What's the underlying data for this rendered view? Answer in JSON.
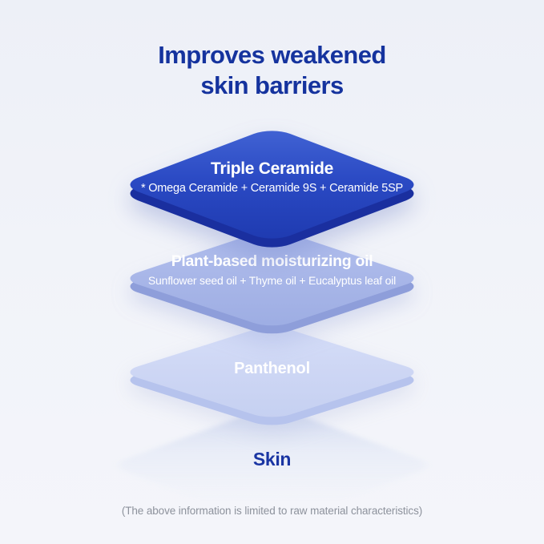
{
  "title": {
    "line1": "Improves weakened",
    "line2": "skin barriers",
    "color": "#15339e"
  },
  "layers": [
    {
      "id": "triple-ceramide",
      "title": "Triple Ceramide",
      "subtitle": "* Omega Ceramide + Ceramide 9S + Ceramide 5SP",
      "face_top_color": "#4264d4",
      "face_bottom_color": "#1e3ab0",
      "rim_color": "#1a2f9f",
      "text_color": "#ffffff"
    },
    {
      "id": "plant-based-moisturizing-oil",
      "title": "Plant-based moisturizing oil",
      "subtitle": "Sunflower seed oil + Thyme oil + Eucalyptus leaf oil",
      "face_top_color": "#b4c1ef",
      "face_bottom_color": "#9dade3",
      "rim_color": "#8e9eda",
      "text_color": "#ffffff"
    },
    {
      "id": "panthenol",
      "title": "Panthenol",
      "subtitle": "",
      "face_top_color": "#d6def8",
      "face_bottom_color": "#c5d0f1",
      "rim_color": "#b6c3ed",
      "text_color": "#ffffff"
    }
  ],
  "base": {
    "label": "Skin",
    "color": "#1a35a3"
  },
  "footer": {
    "note": "(The above information is limited to raw material characteristics)",
    "color": "#8d929c"
  },
  "background": {
    "top": "#edf0f7",
    "bottom": "#f4f5fa"
  }
}
